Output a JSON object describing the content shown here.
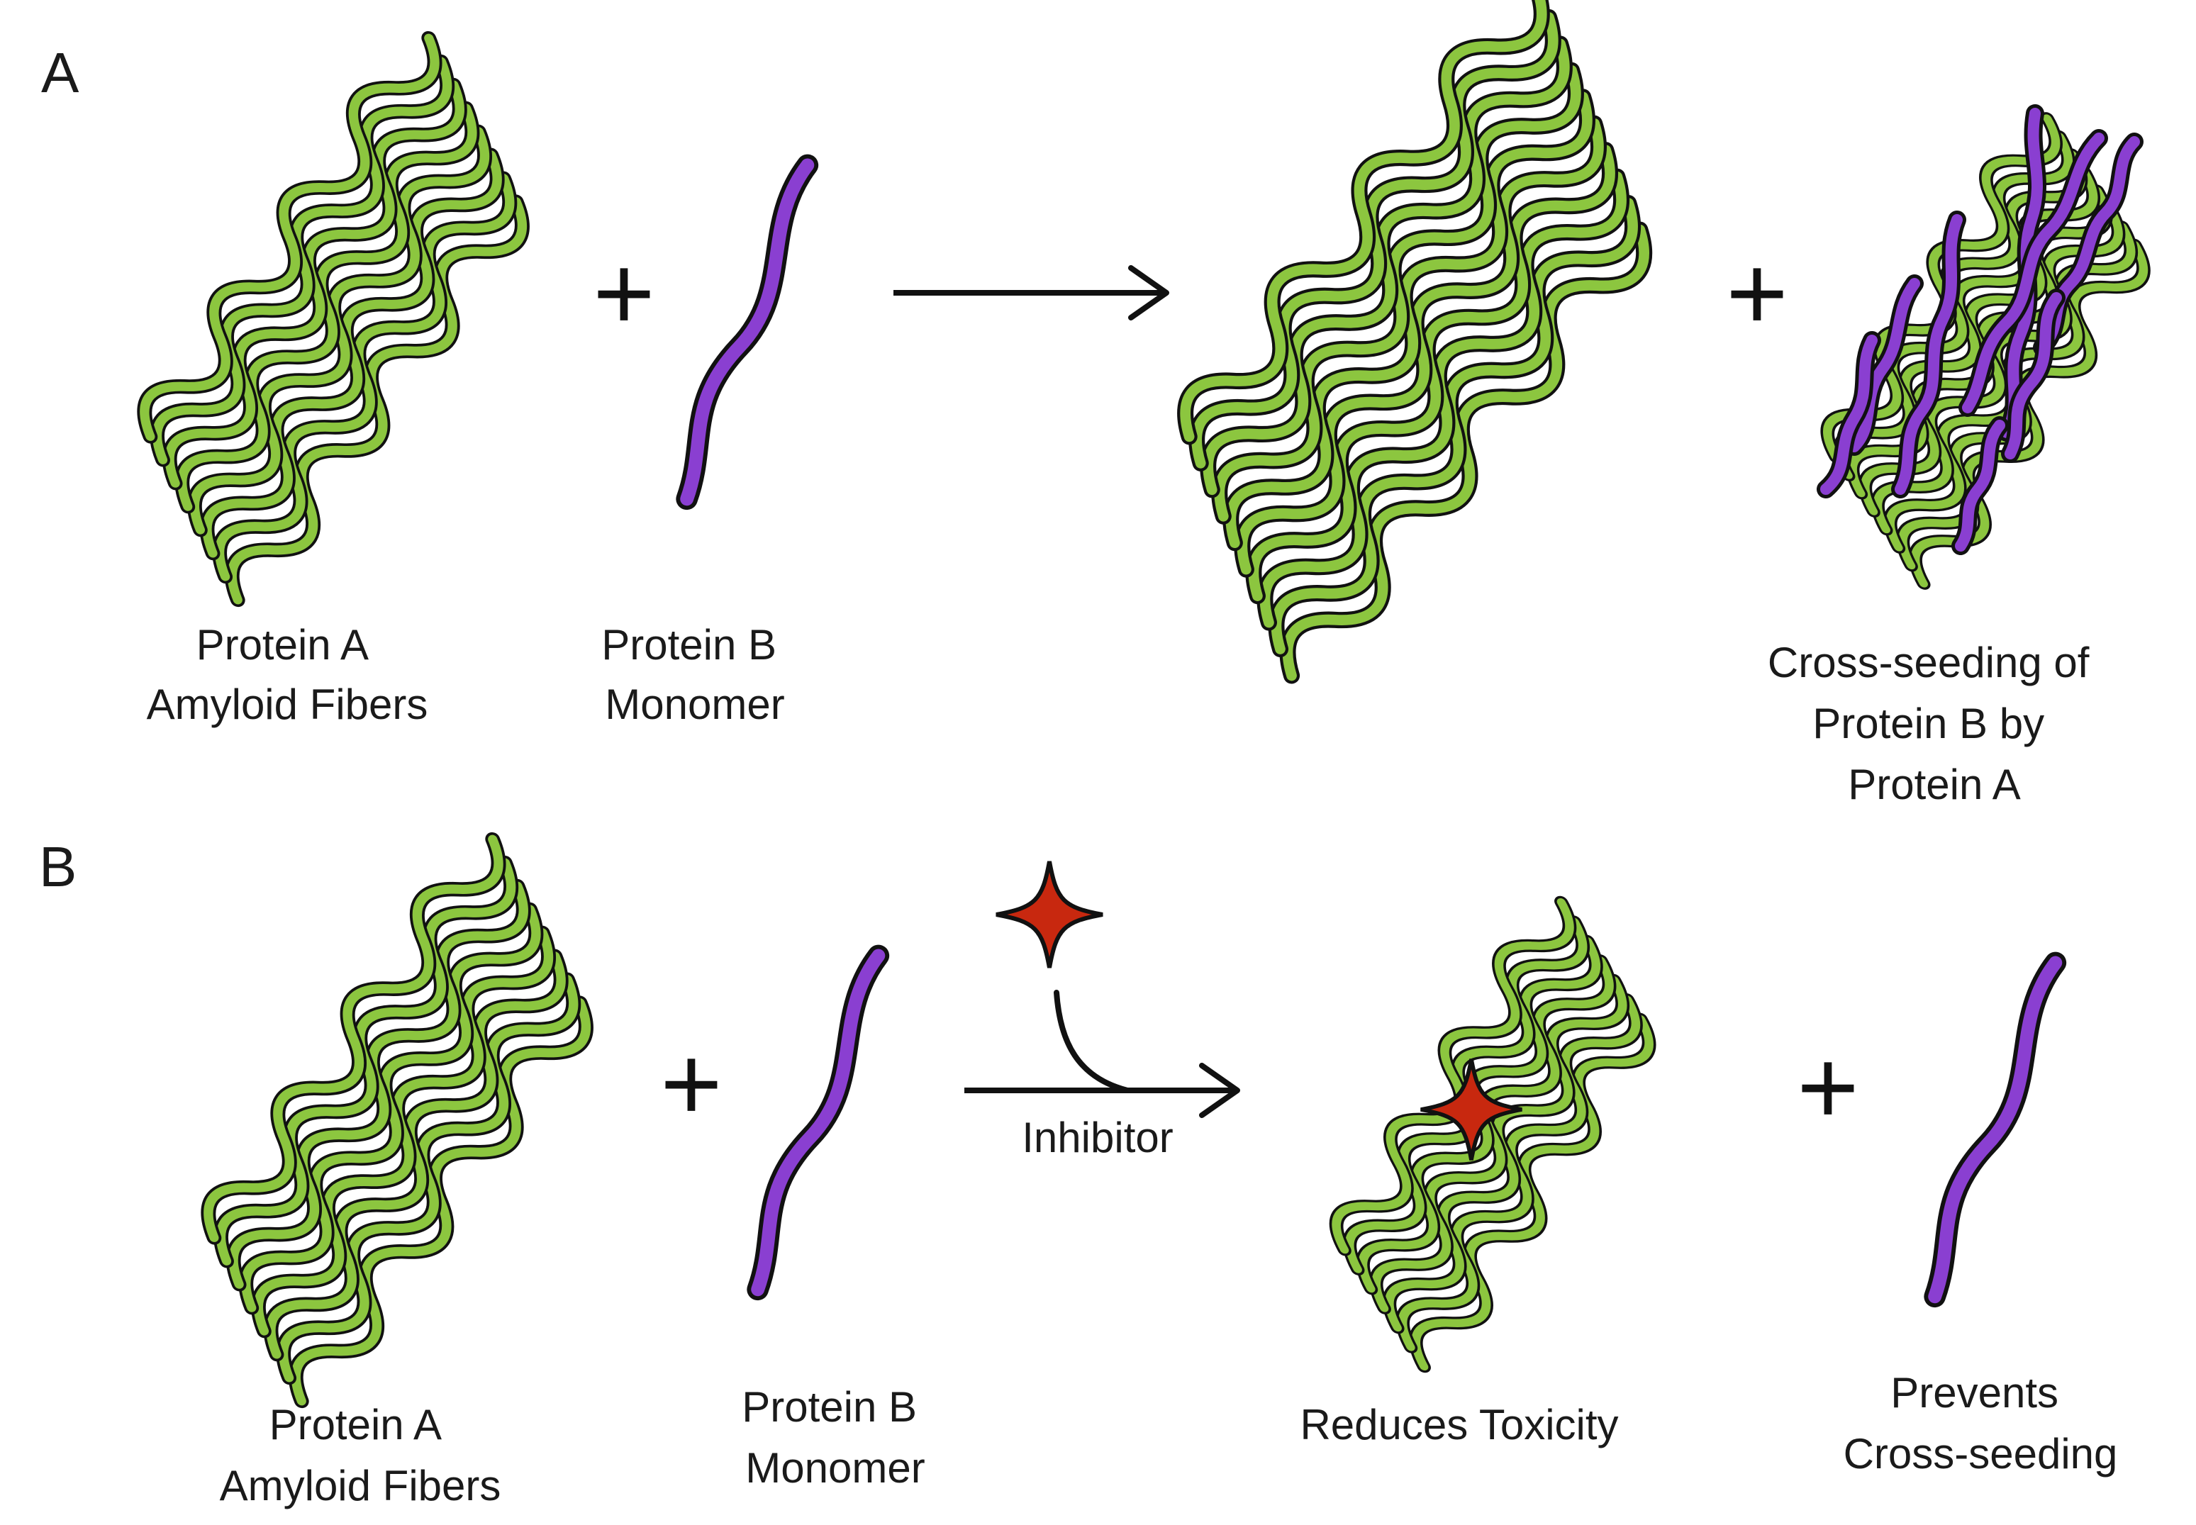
{
  "panels": [
    {
      "label": "A",
      "items": [
        {
          "caption_lines": [
            "Protein A",
            "Amyloid Fibers"
          ]
        },
        {
          "caption_lines": [
            "Protein B",
            "Monomer"
          ]
        },
        {
          "caption_lines": []
        },
        {
          "caption_lines": [
            "Cross-seeding of",
            "Protein B by",
            "Protein A"
          ]
        }
      ]
    },
    {
      "label": "B",
      "inhibitor_label": "Inhibitor",
      "items": [
        {
          "caption_lines": [
            "Protein A",
            "Amyloid Fibers"
          ]
        },
        {
          "caption_lines": [
            "Protein B",
            "Monomer"
          ]
        },
        {
          "caption_lines": [
            "Reduces Toxicity"
          ]
        },
        {
          "caption_lines": [
            "Prevents",
            "Cross-seeding"
          ]
        }
      ]
    }
  ],
  "plus_symbol": "+",
  "colors": {
    "fiber_green": "#8cc63f",
    "monomer_purple": "#8a3fd1",
    "inhibitor_red": "#c8280f",
    "outline": "#111111"
  }
}
